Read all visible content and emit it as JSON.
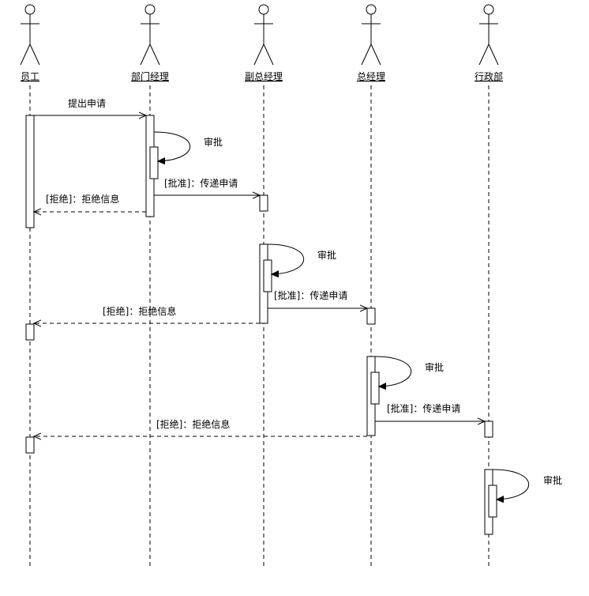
{
  "diagram": {
    "actors": [
      {
        "id": "a1",
        "label": "员工"
      },
      {
        "id": "a2",
        "label": "部门经理"
      },
      {
        "id": "a3",
        "label": "副总经理"
      },
      {
        "id": "a4",
        "label": "总经理"
      },
      {
        "id": "a5",
        "label": "行政部"
      }
    ],
    "messages": {
      "submit": "提出申请",
      "approve_self_1": "审批",
      "pass_1": "[批准]：传递申请",
      "reject_1": "[拒绝]：拒绝信息",
      "approve_self_2": "审批",
      "pass_2": "[批准]：传递申请",
      "reject_2": "[拒绝]：拒绝信息",
      "approve_self_3": "审批",
      "pass_3": "[批准]：传递申请",
      "reject_3": "[拒绝]：拒绝信息",
      "approve_self_4": "审批"
    }
  }
}
